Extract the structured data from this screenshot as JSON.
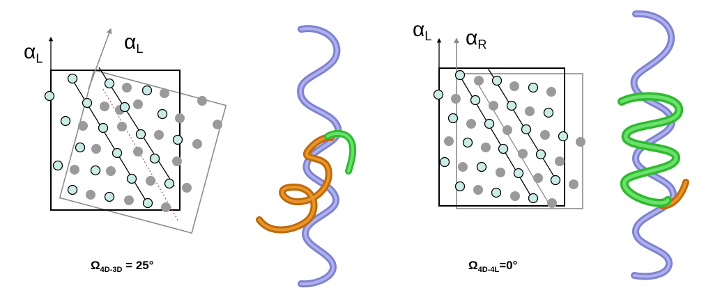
{
  "panels": [
    {
      "axis_label_vertical": {
        "symbol": "α",
        "sub": "L"
      },
      "axis_label_tilted": {
        "symbol": "α",
        "sub": "L"
      },
      "angle_label": {
        "symbol": "Ω",
        "sub": "4D-3D",
        "value": "= 25°"
      }
    },
    {
      "axis_label_vertical": {
        "symbol": "α",
        "sub": "L"
      },
      "axis_label_tilted": {
        "symbol": "α",
        "sub": "R"
      },
      "angle_label": {
        "symbol": "Ω",
        "sub": "4D-4L",
        "value": "=0°"
      }
    }
  ],
  "colors": {
    "background": "#ffffff",
    "open_circle_fill": "#c9ece6",
    "gray_point": "#9a9a9a",
    "gray_frame": "#8c8c8c",
    "helix_blue": "#8a8ed8",
    "helix_orange": "#c8700c",
    "helix_green": "#34c934"
  }
}
